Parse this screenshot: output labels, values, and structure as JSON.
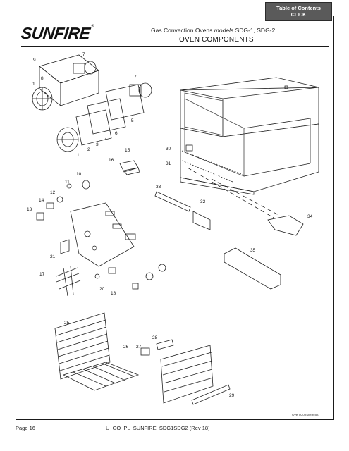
{
  "toc": {
    "line1": "Table of Contents",
    "line2": "CLICK"
  },
  "brand": {
    "logo_text": "SUNFIRE",
    "reg_mark": "®"
  },
  "header": {
    "product": "Gas Convection Ovens",
    "models_word": "models",
    "models": "SDG-1, SDG-2"
  },
  "section_title": "OVEN COMPONENTS",
  "callouts": [
    "9",
    "7",
    "8",
    "1",
    "7",
    "5",
    "6",
    "4",
    "3",
    "2",
    "1",
    "15",
    "16",
    "30",
    "31",
    "10",
    "11",
    "12",
    "14",
    "13",
    "33",
    "32",
    "34",
    "21",
    "35",
    "17",
    "20",
    "18",
    "25",
    "28",
    "26",
    "27",
    "29"
  ],
  "caption": "Oven Components",
  "footer": {
    "page": "Page 16",
    "doc_id": "U_GO_PL_SUNFIRE_SDG1SDG2 (Rev 18)"
  }
}
